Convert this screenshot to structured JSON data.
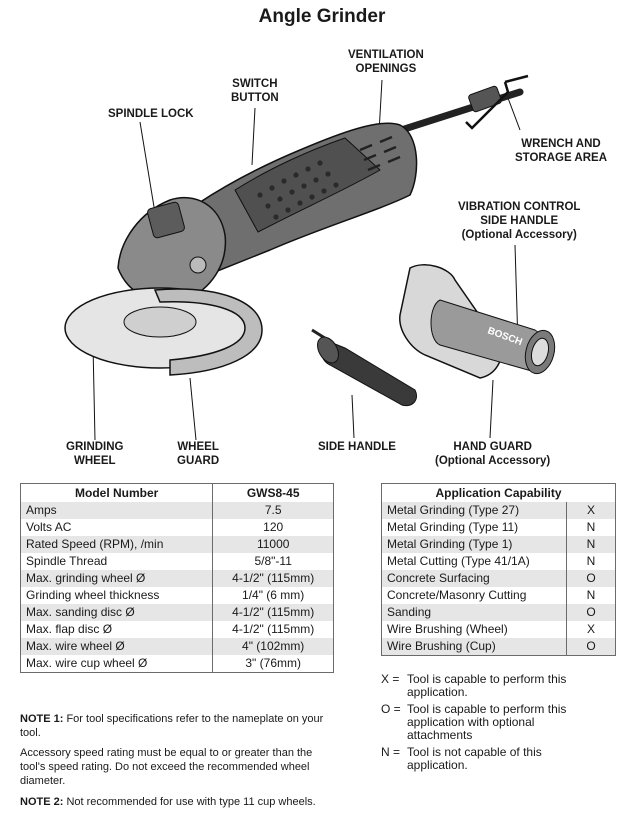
{
  "title": "Angle Grinder",
  "callouts": {
    "ventilation": [
      "VENTILATION",
      "OPENINGS"
    ],
    "switch": [
      "SWITCH",
      "BUTTON"
    ],
    "spindle_lock": "SPINDLE LOCK",
    "wrench": [
      "WRENCH AND",
      "STORAGE AREA"
    ],
    "vibration": [
      "VIBRATION CONTROL",
      "SIDE HANDLE",
      "(Optional Accessory)"
    ],
    "grinding_wheel": [
      "GRINDING",
      "WHEEL"
    ],
    "wheel_guard": [
      "WHEEL",
      "GUARD"
    ],
    "side_handle": "SIDE HANDLE",
    "hand_guard": [
      "HAND GUARD",
      "(Optional Accessory)"
    ]
  },
  "handle_brand": "BOSCH",
  "spec_table": {
    "headers": [
      "Model Number",
      "GWS8-45"
    ],
    "rows": [
      [
        "Amps",
        "7.5"
      ],
      [
        "Volts AC",
        "120"
      ],
      [
        "Rated Speed (RPM), /min",
        "11000"
      ],
      [
        "Spindle Thread",
        "5/8\"-11"
      ],
      [
        "Max. grinding wheel Ø",
        "4-1/2\" (115mm)"
      ],
      [
        "Grinding wheel thickness",
        "1/4\" (6 mm)"
      ],
      [
        "Max. sanding disc Ø",
        "4-1/2\" (115mm)"
      ],
      [
        "Max. flap disc Ø",
        "4-1/2\" (115mm)"
      ],
      [
        "Max. wire wheel Ø",
        "4\" (102mm)"
      ],
      [
        "Max. wire cup wheel Ø",
        "3\" (76mm)"
      ]
    ]
  },
  "app_table": {
    "header": "Application Capability",
    "rows": [
      [
        "Metal Grinding (Type 27)",
        "X"
      ],
      [
        "Metal Grinding (Type 11)",
        "N"
      ],
      [
        "Metal Grinding (Type 1)",
        "N"
      ],
      [
        "Metal Cutting (Type 41/1A)",
        "N"
      ],
      [
        "Concrete Surfacing",
        "O"
      ],
      [
        "Concrete/Masonry Cutting",
        "N"
      ],
      [
        "Sanding",
        "O"
      ],
      [
        "Wire Brushing (Wheel)",
        "X"
      ],
      [
        "Wire Brushing (Cup)",
        "O"
      ]
    ]
  },
  "legend": [
    {
      "key": "X =",
      "lines": [
        "Tool is capable to perform this",
        "application."
      ]
    },
    {
      "key": "O =",
      "lines": [
        "Tool is capable to perform this",
        "application with optional",
        "attachments"
      ]
    },
    {
      "key": "N =",
      "lines": [
        "Tool is not capable of this",
        "application."
      ]
    }
  ],
  "notes": {
    "note1_label": "NOTE 1:",
    "note1_text": " For tool specifications refer to the nameplate on your tool.",
    "para": "Accessory speed rating must be equal to or greater than the tool's speed rating. Do not exceed the recommended wheel diameter.",
    "note2_label": "NOTE 2:",
    "note2_text": " Not recommended for use with type 11 cup wheels."
  }
}
